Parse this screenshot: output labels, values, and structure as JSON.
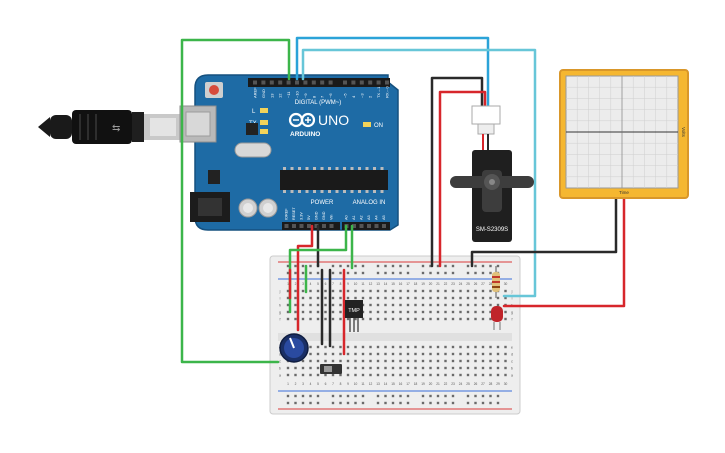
{
  "arduino": {
    "brand": "ARDUINO",
    "model": "UNO",
    "digital_label": "DIGITAL (PWM~)",
    "power_label": "POWER",
    "analog_label": "ANALOG IN",
    "led_l": "L",
    "led_tx": "TX",
    "led_rx": "RX",
    "led_on": "ON",
    "digital_pins": [
      "AREF",
      "GND",
      "13",
      "12",
      "~11",
      "~10",
      "~9",
      "8",
      "7",
      "~6",
      "~5",
      "4",
      "~3",
      "2",
      "TX→1",
      "RX←0"
    ],
    "power_pins": [
      "IOREF",
      "RESET",
      "3.3V",
      "5V",
      "GND",
      "GND",
      "Vin"
    ],
    "analog_pins": [
      "A0",
      "A1",
      "A2",
      "A3",
      "A4",
      "A5"
    ]
  },
  "servo": {
    "model": "SM-S2309S"
  },
  "sensor": {
    "label": "TMP"
  },
  "oscilloscope": {
    "name": "Time",
    "side_label": "Volts"
  },
  "breadboard": {
    "col_numbers": [
      "1",
      "2",
      "3",
      "4",
      "5",
      "6",
      "7",
      "8",
      "9",
      "10",
      "11",
      "12",
      "13",
      "14",
      "15",
      "16",
      "17",
      "18",
      "19",
      "20",
      "21",
      "22",
      "23",
      "24",
      "25",
      "26",
      "27",
      "28",
      "29",
      "30"
    ],
    "row_letters_top": [
      "j",
      "i",
      "h",
      "g",
      "f"
    ],
    "row_letters_bottom": [
      "e",
      "d",
      "c",
      "b",
      "a"
    ]
  },
  "colors": {
    "board": "#1e6ba5",
    "board_dark": "#15507e",
    "wire_green": "#3cb54a",
    "wire_blue": "#2ba3d8",
    "wire_cyan": "#67c6d8",
    "wire_red": "#d7262b",
    "wire_black": "#2a2a2a",
    "scope_frame": "#f5b731",
    "breadboard": "#eeeeee"
  }
}
